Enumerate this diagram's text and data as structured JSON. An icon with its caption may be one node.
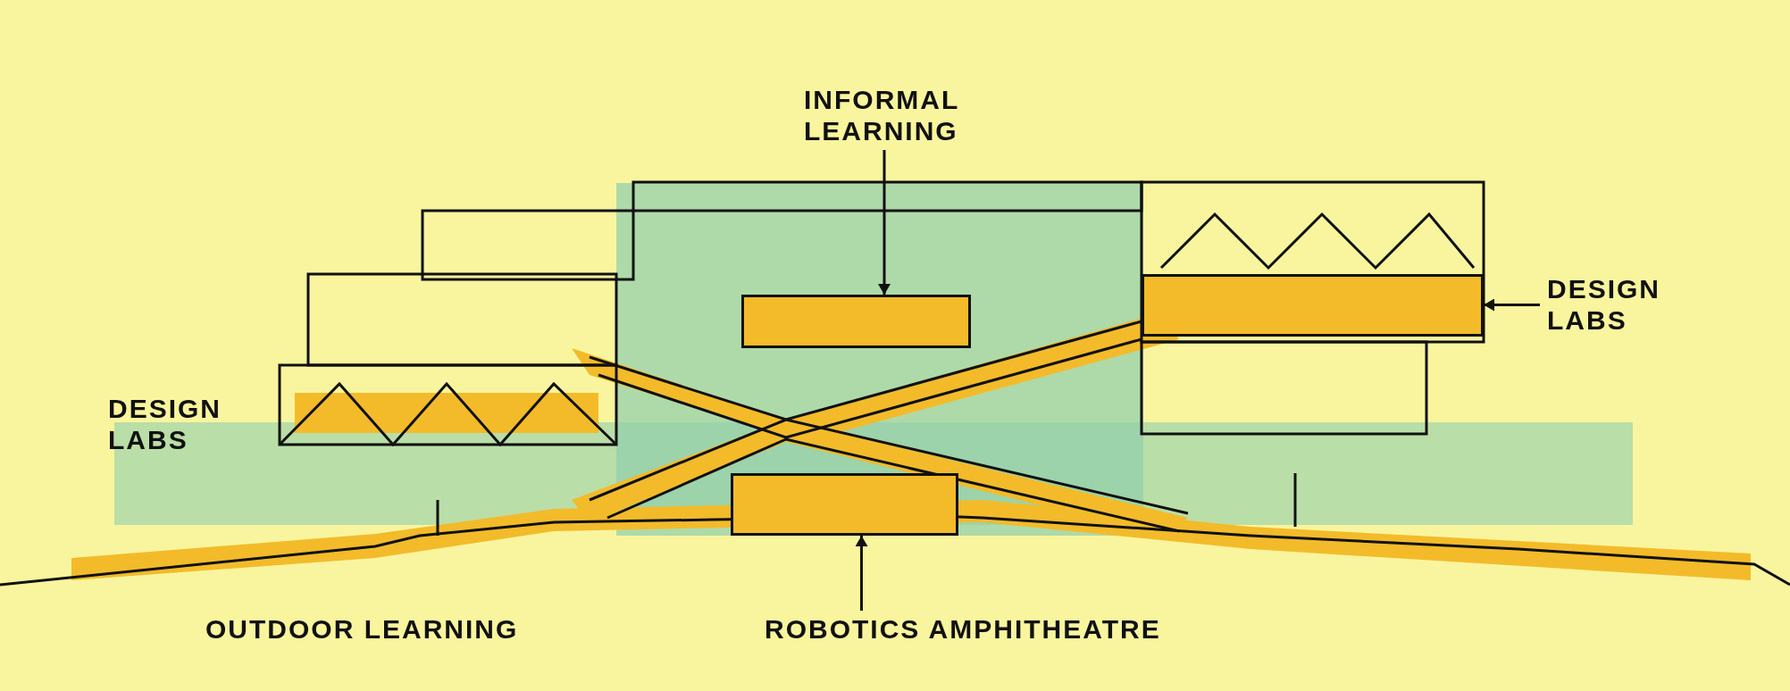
{
  "diagram": {
    "nodes": [
      {
        "text": [
          "INFORMAL LEARNING"
        ]
      },
      {
        "text": [],
        "shape": "box"
      },
      {
        "text": [
          "DESIGN LABS"
        ]
      },
      {
        "text": [],
        "shape": "box"
      },
      {
        "text": [
          "ROBOTICS AMPHITHEATRE"
        ]
      },
      {
        "text": [],
        "shape": "box"
      }
    ],
    "edges": [
      {
        "from": 0,
        "to": 1,
        "arrow": "to"
      },
      {
        "from": 2,
        "to": 3,
        "arrow": "to"
      },
      {
        "from": 4,
        "to": 5,
        "arrow": "to"
      }
    ],
    "labels": [
      "DESIGN LABS",
      "OUTDOOR LEARNING"
    ]
  }
}
